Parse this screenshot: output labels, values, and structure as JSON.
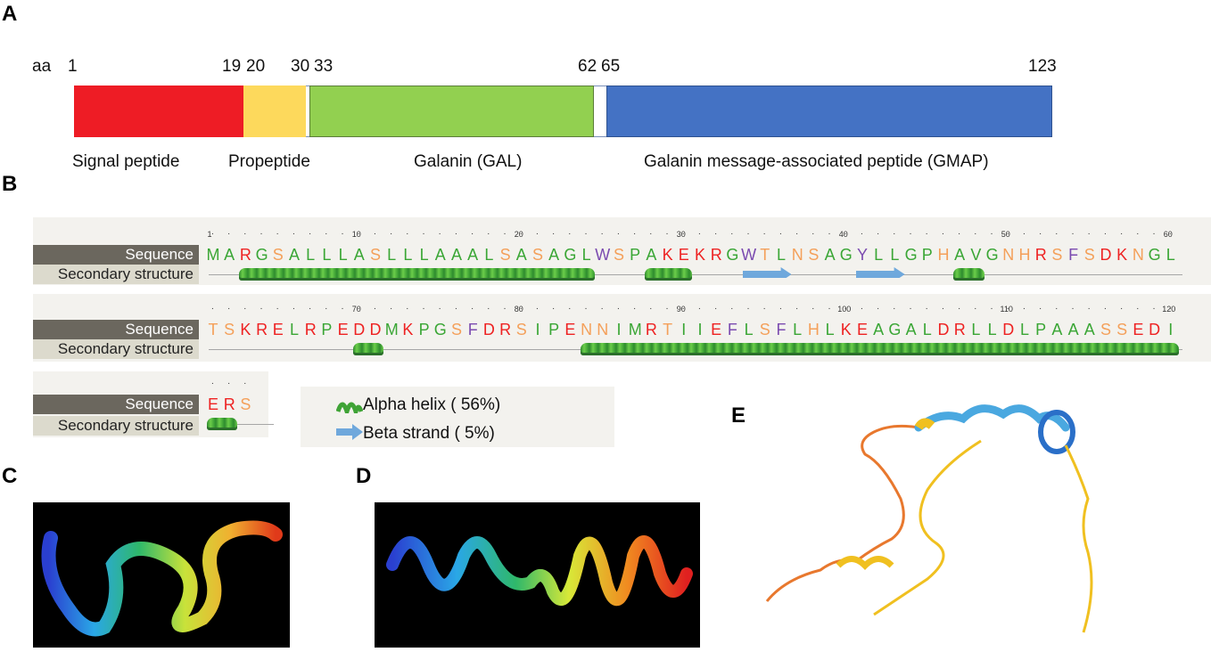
{
  "panels": {
    "a": "A",
    "b": "B",
    "c": "C",
    "d": "D",
    "e": "E"
  },
  "panel_a": {
    "axis_unit": "aa",
    "positions": [
      "1",
      "19",
      "20",
      "30",
      "33",
      "62",
      "65",
      "123"
    ],
    "segments": [
      {
        "name": "Signal peptide",
        "start": 1,
        "end": 19,
        "color": "#ee1c25"
      },
      {
        "name": "Propeptide",
        "start": 20,
        "end": 30,
        "color": "#fdd95c"
      },
      {
        "name": "Galanin (GAL)",
        "start": 33,
        "end": 62,
        "color": "#92d050"
      },
      {
        "name": "Galanin message-associated peptide (GMAP)",
        "start": 65,
        "end": 123,
        "color": "#4472c4"
      }
    ]
  },
  "panel_b": {
    "sequence_label": "Sequence",
    "structure_label": "Secondary structure",
    "rows": [
      {
        "sequence": "MARGSALLLASLLLAAALSASAGLWSPAKEKRGWTLNSAGYLLGPHAVGNHRSFSDKNGL",
        "start": 1,
        "tick_numbers": [
          "1",
          "10",
          "20",
          "30",
          "40",
          "50",
          "60"
        ],
        "helices": [
          [
            3,
            24
          ],
          [
            28,
            30
          ],
          [
            47,
            48
          ]
        ],
        "strands": [
          [
            34,
            36
          ],
          [
            41,
            43
          ]
        ]
      },
      {
        "sequence": "TSKRELRPEDDMKPGSFDRSIPENNIMRTIIEFLSFLHLKEAGALDRLLDLPAAASSEDI",
        "start": 61,
        "tick_numbers": [
          "70",
          "80",
          "90",
          "100",
          "110",
          "120"
        ],
        "helices": [
          [
            70,
            71
          ],
          [
            84,
            120
          ]
        ],
        "strands": []
      },
      {
        "sequence": "ERS",
        "start": 121,
        "tick_numbers": [],
        "helices": [
          [
            121,
            122
          ]
        ],
        "strands": []
      }
    ],
    "legend": {
      "alpha_helix": "Alpha helix ( 56%)",
      "beta_strand": "Beta strand ( 5%)"
    },
    "colors": {
      "hydrophobic": "#3aa635",
      "polar": "#f4a05a",
      "charged": "#ee2222",
      "aromatic": "#7b4bb0",
      "helix": "#4caf50",
      "strand": "#6fa8dc"
    }
  }
}
